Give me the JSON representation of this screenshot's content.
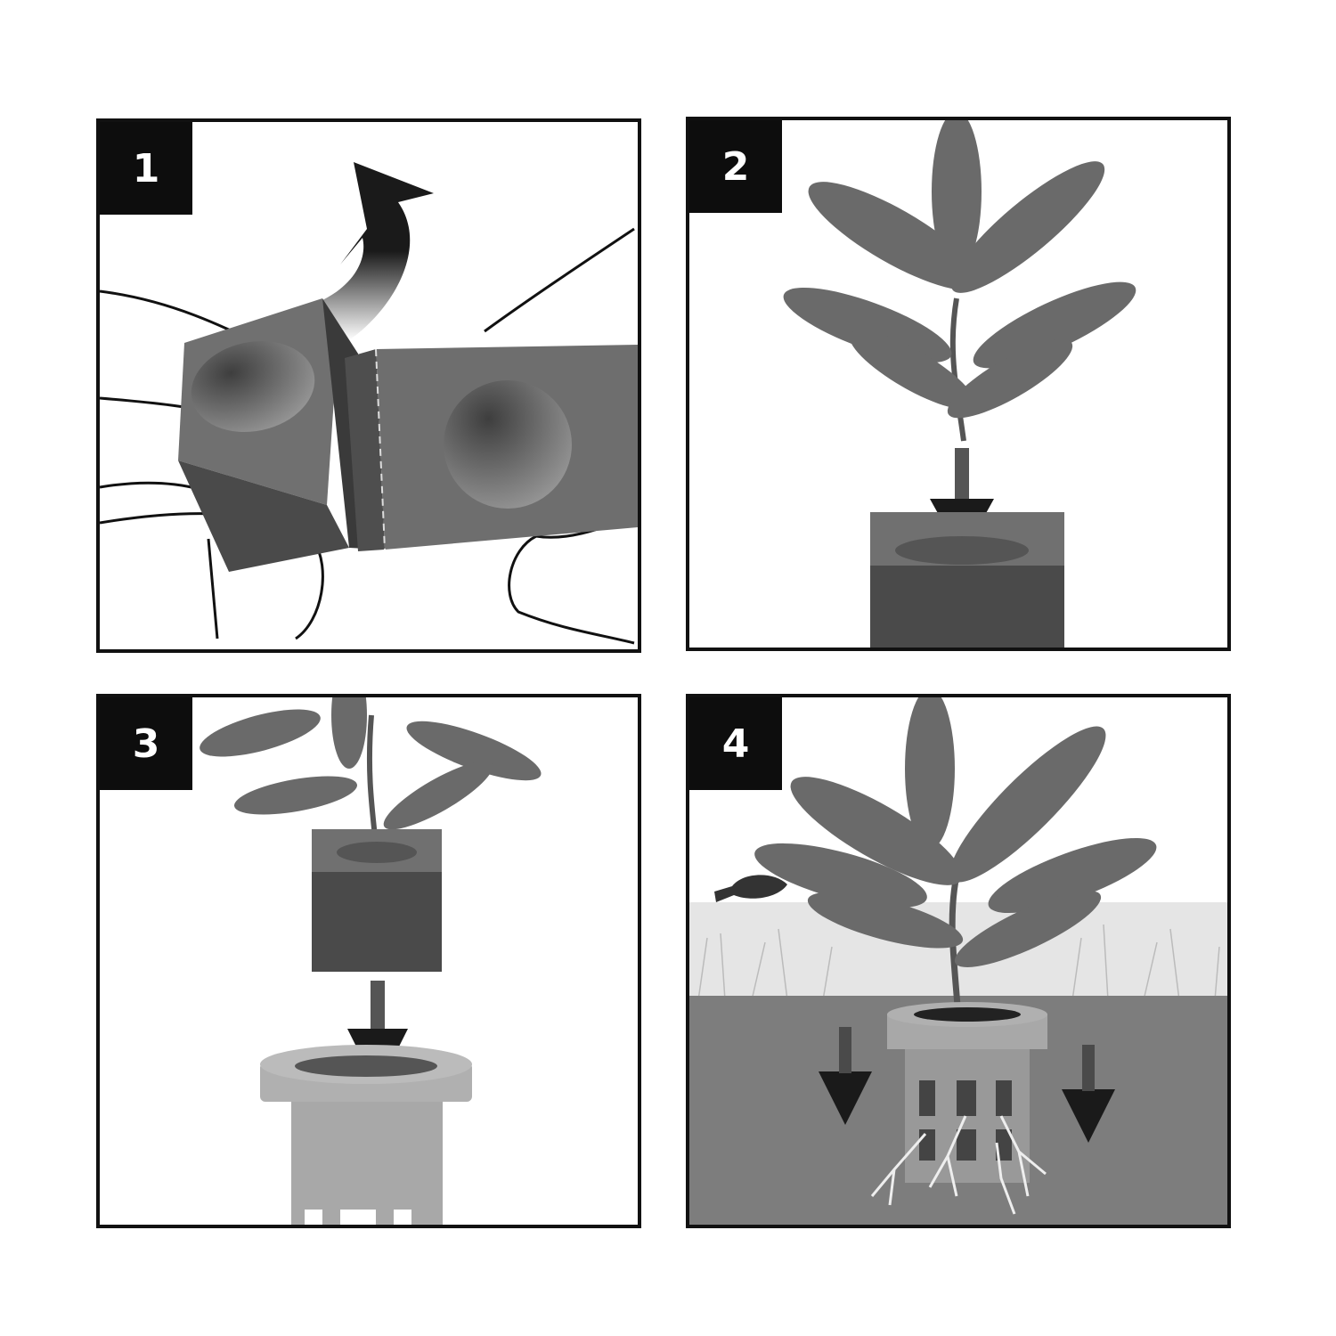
{
  "diagram": {
    "type": "instructional-steps",
    "steps": [
      {
        "number": "1",
        "depicts": "Hands splitting a rockwool cube apart",
        "icons": [
          "hand",
          "cube",
          "curved-arrow-up"
        ]
      },
      {
        "number": "2",
        "depicts": "Plant inserted downward into a cube",
        "icons": [
          "plant",
          "cube",
          "arrow-down"
        ]
      },
      {
        "number": "3",
        "depicts": "Cube with plant lowered into a net pot",
        "icons": [
          "plant",
          "cube",
          "arrow-down",
          "net-pot"
        ]
      },
      {
        "number": "4",
        "depicts": "Net pot planted in aquarium substrate with roots growing",
        "icons": [
          "plant",
          "fish",
          "grass",
          "net-pot",
          "roots",
          "arrow-down",
          "arrow-down"
        ]
      }
    ]
  },
  "colors": {
    "border": "#111111",
    "badge": "#0d0d0d",
    "cube_top": "#707070",
    "cube_side": "#4a4a4a",
    "plant": "#6a6a6a",
    "substrate": "#7d7d7d",
    "pot": "#a8a8a8",
    "arrow": "#1a1a1a"
  }
}
